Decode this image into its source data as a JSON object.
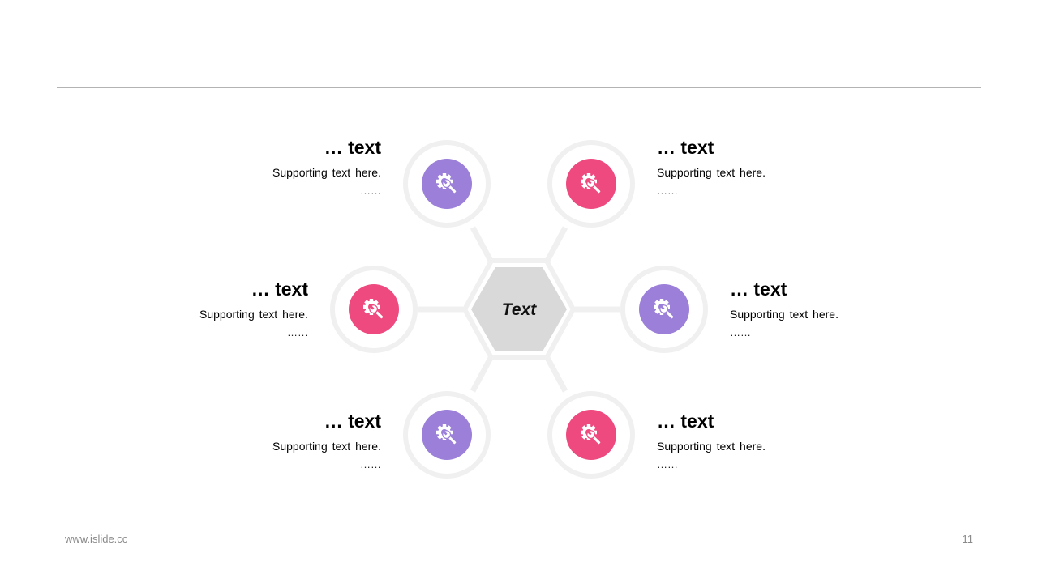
{
  "center": {
    "label": "Text"
  },
  "nodes": [
    {
      "id": "top-left",
      "title": "… text",
      "body": "Supporting text here.",
      "dots": "……",
      "color": "#9b7fd9",
      "icon": "gear-wrench-icon"
    },
    {
      "id": "top-right",
      "title": "… text",
      "body": "Supporting text here.",
      "dots": "……",
      "color": "#ef4a80",
      "icon": "gear-wrench-icon"
    },
    {
      "id": "mid-left",
      "title": "… text",
      "body": "Supporting text here.",
      "dots": "……",
      "color": "#ef4a80",
      "icon": "gear-wrench-icon"
    },
    {
      "id": "mid-right",
      "title": "… text",
      "body": "Supporting text here.",
      "dots": "……",
      "color": "#9b7fd9",
      "icon": "gear-wrench-icon"
    },
    {
      "id": "bottom-left",
      "title": "… text",
      "body": "Supporting text here.",
      "dots": "……",
      "color": "#9b7fd9",
      "icon": "gear-wrench-icon"
    },
    {
      "id": "bottom-right",
      "title": "… text",
      "body": "Supporting text here.",
      "dots": "……",
      "color": "#ef4a80",
      "icon": "gear-wrench-icon"
    }
  ],
  "footer": {
    "website": "www.islide.cc",
    "page_number": "11"
  },
  "colors": {
    "purple": "#9b7fd9",
    "pink": "#ef4a80",
    "ring": "#f0f0f0",
    "hexagon": "#d9d9d9"
  }
}
